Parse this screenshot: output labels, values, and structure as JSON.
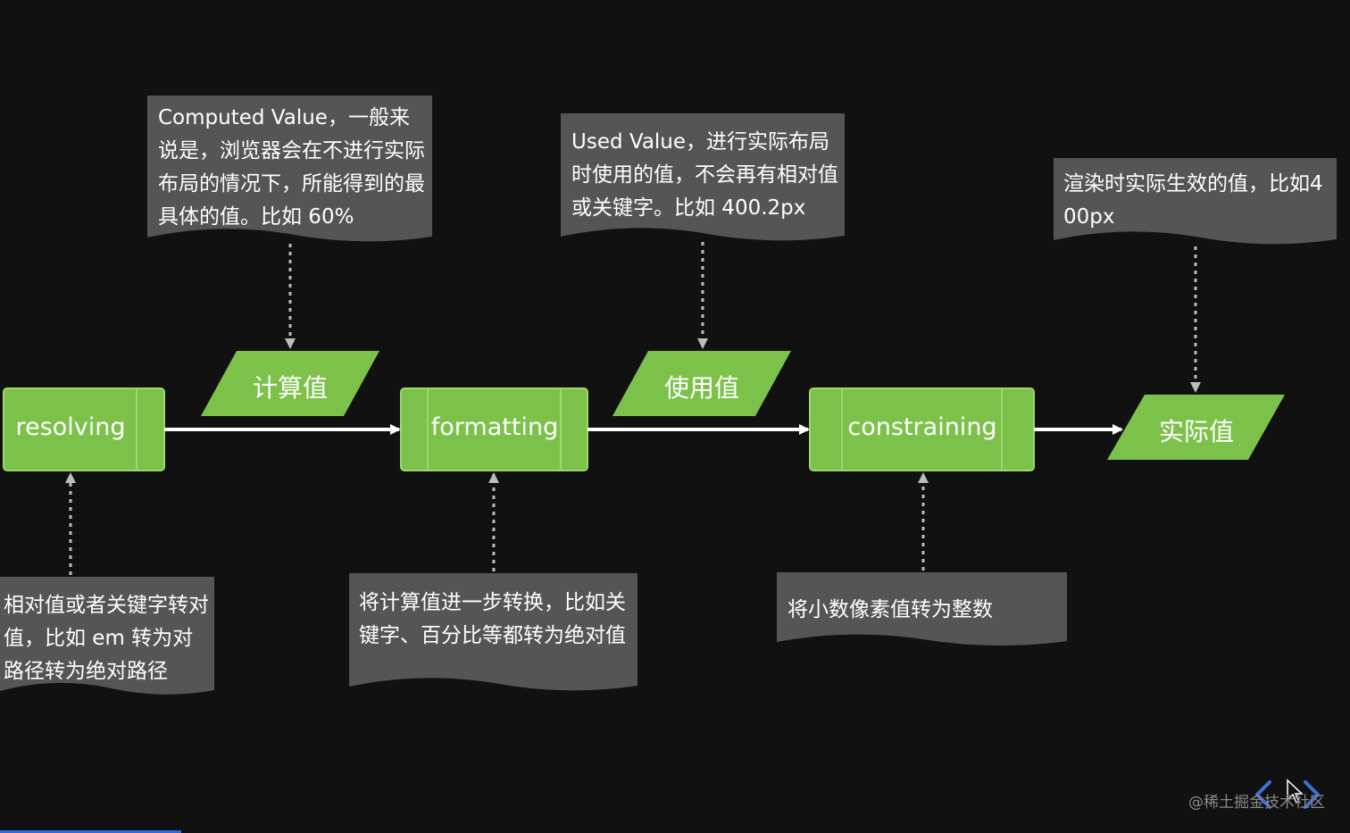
{
  "notes": {
    "computed": "Computed Value，一般来说是，浏览器会在不进行实际布局的情况下，所能得到的最具体的值。比如 60%",
    "used": "Used Value，进行实际布局时使用的值，不会再有相对值或关键字。比如 400.2px",
    "actual": "渲染时实际生效的值，比如400px",
    "resolving": "相对值或者关键字转对值，比如 em 转为对路径转为绝对路径",
    "formatting": "将计算值进一步转换，比如关键字、百分比等都转为绝对值",
    "constraining": "将小数像素值转为整数"
  },
  "processes": {
    "resolving": "resolving",
    "formatting": "formatting",
    "constraining": "constraining"
  },
  "values": {
    "computed": "计算值",
    "used": "使用值",
    "actual": "实际值"
  },
  "watermark": "@稀土掘金技术社区",
  "progress": 0.134,
  "colors": {
    "green": "#7cc24a",
    "note_bg": "#555555",
    "background": "#111111"
  }
}
